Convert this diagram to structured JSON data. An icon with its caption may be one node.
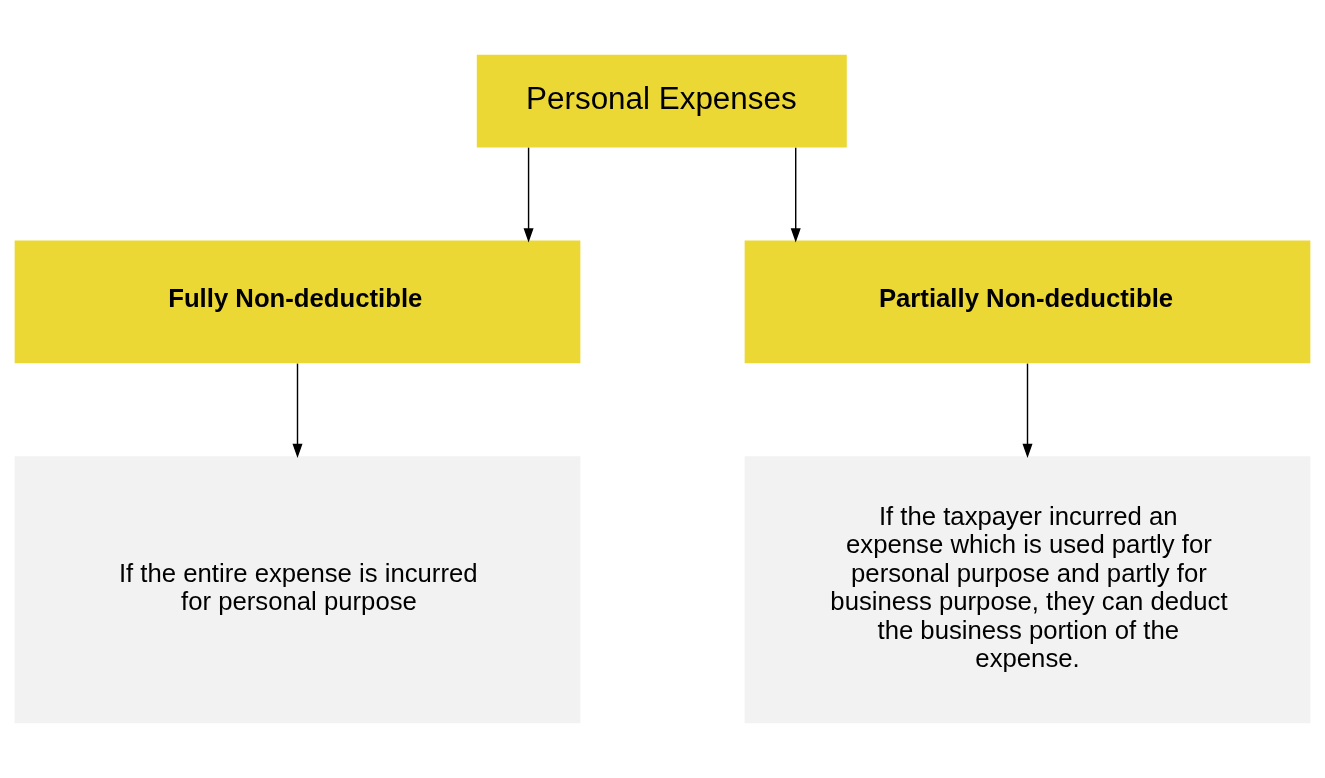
{
  "diagram": {
    "nodes": [
      {
        "text": [
          "Personal Expenses"
        ]
      },
      {
        "text": [
          "Fully Non-deductible"
        ]
      },
      {
        "text": [
          "Partially Non-deductible"
        ]
      },
      {
        "text": [
          "If the entire expense is incurred for personal purpose"
        ]
      },
      {
        "text": [
          "If the taxpayer incurred an expense which is used partly for personal purpose and partly for business purpose, they can deduct the business portion of the expense."
        ]
      }
    ],
    "edges": [
      {
        "from": 0,
        "to": 1,
        "arrow": "to"
      },
      {
        "from": 0,
        "to": 2,
        "arrow": "to"
      },
      {
        "from": 1,
        "to": 3,
        "arrow": "to"
      },
      {
        "from": 2,
        "to": 4,
        "arrow": "to"
      }
    ]
  }
}
